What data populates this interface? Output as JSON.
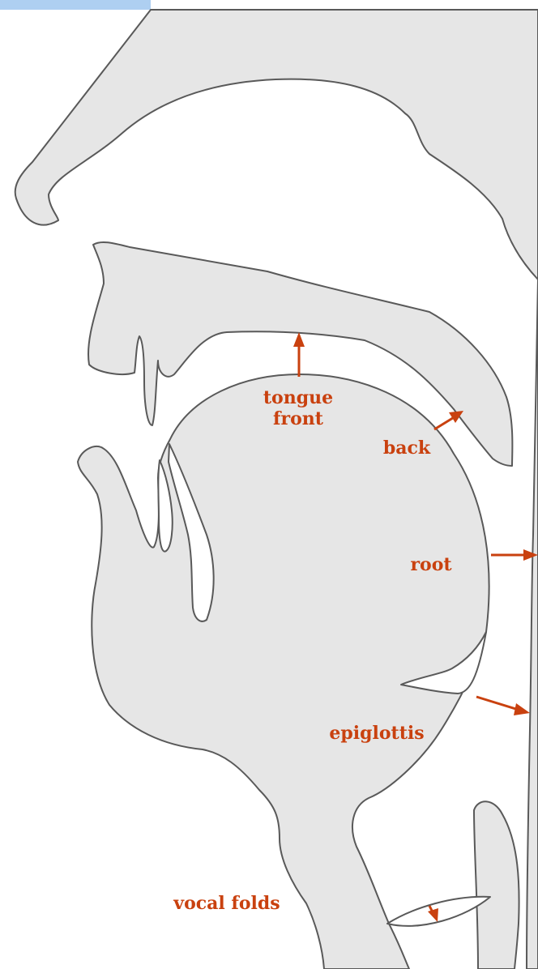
{
  "diagram": {
    "accent_color": "#c9410f",
    "tissue_color": "#e6e6e6",
    "outline_color": "#595959",
    "labels": {
      "tongue_front": [
        "tongue",
        "front"
      ],
      "back": "back",
      "root": "root",
      "epiglottis": "epiglottis",
      "vocal_folds": "vocal folds"
    }
  }
}
